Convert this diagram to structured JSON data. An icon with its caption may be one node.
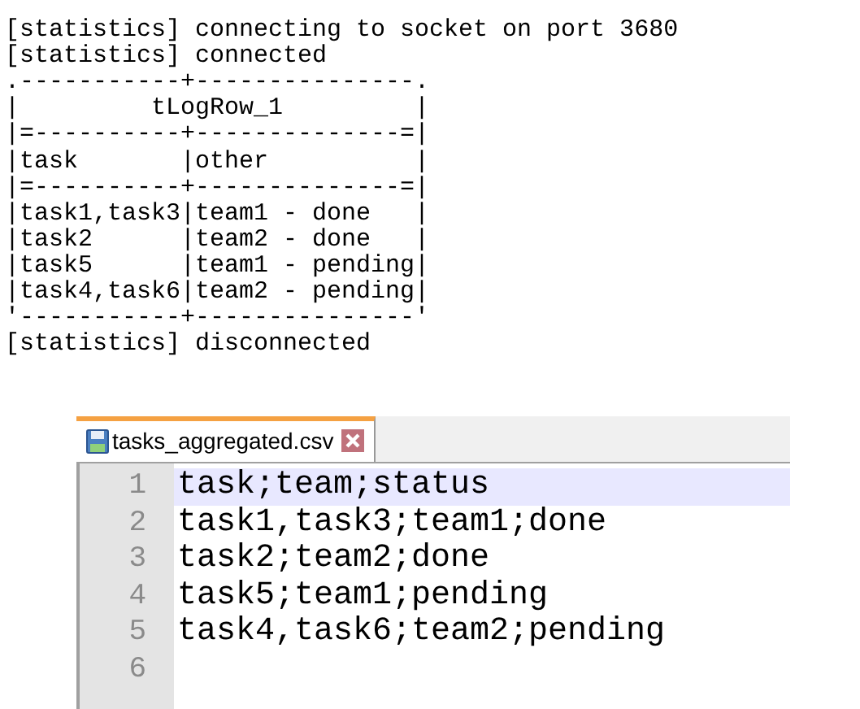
{
  "diagram": {
    "labels": [
      "[statistics] connecting to socket on port 3680",
      "[statistics] connected",
      ".-----------+---------------.",
      "|         tLogRow_1         |",
      "|=----------+--------------=|",
      "|task       |other          |",
      "|=----------+--------------=|",
      "|task1,task3|team1 - done   |",
      "|task2      |team2 - done   |",
      "|task5      |team1 - pending|",
      "|task4,task6|team2 - pending|",
      "'-----------+---------------'",
      "[statistics] disconnected",
      "tasks_aggregated.csv",
      "1",
      "2",
      "3",
      "4",
      "5",
      "6",
      "task;team;status",
      "task1,task3;team1;done",
      "task2;team2;done",
      "task5;team1;pending",
      "task4,task6;team2;pending"
    ]
  }
}
